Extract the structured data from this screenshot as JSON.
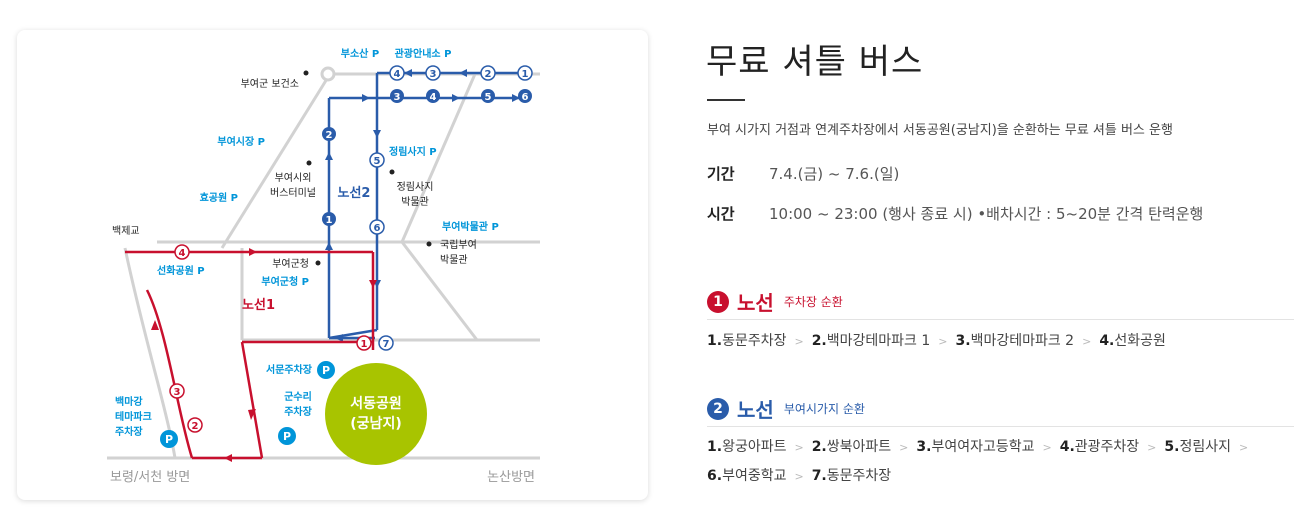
{
  "map": {
    "labels": {
      "busosan": "부소산 P",
      "gwangwang": "관광안내소 P",
      "boganso": "부여군 보건소",
      "market": "부여시장 P",
      "hyogong": "효공원 P",
      "terminal_l1": "부여시외",
      "terminal_l2": "버스터미널",
      "route2": "노선2",
      "jeongnim_p": "정림사지 P",
      "jeongnim_l1": "정림사지",
      "jeongnim_l2": "박물관",
      "museum_p": "부여박물관 P",
      "museum_l1": "국립부여",
      "museum_l2": "박물관",
      "baekje": "백제교",
      "seonhwa": "선화공원 P",
      "county": "부여군청",
      "county_p": "부여군청 P",
      "route1": "노선1",
      "seomun": "서문주차장",
      "park_l1": "서동공원",
      "park_l2": "(궁남지)",
      "gunsu_l1": "군수리",
      "gunsu_l2": "주차장",
      "baekma_l1": "백마강",
      "baekma_l2": "테마파크",
      "baekma_l3": "주차장",
      "boryeong": "보령/서천 방면",
      "nonsan": "논산방면",
      "parking": "P"
    },
    "nums": {
      "n1": "1",
      "n2": "2",
      "n3": "3",
      "n4": "4",
      "n5": "5",
      "n6": "6",
      "n7": "7"
    }
  },
  "title": "무료 셔틀 버스",
  "description": "부여 시가지 거점과 연계주차장에서 서동공원(궁남지)을 순환하는 무료 셔틀 버스 운행",
  "period": {
    "label": "기간",
    "value": "7.4.(금) ~ 7.6.(일)"
  },
  "time": {
    "label": "시간",
    "value": "10:00 ~ 23:00 (행사 종료 시) •배차시간 : 5~20분 간격 탄력운행"
  },
  "route1": {
    "num": "1",
    "name": "노선",
    "sub": "주차장 순환",
    "stops": [
      {
        "n": "1.",
        "name": "동문주차장"
      },
      {
        "n": "2.",
        "name": "백마강테마파크 1"
      },
      {
        "n": "3.",
        "name": "백마강테마파크 2"
      },
      {
        "n": "4.",
        "name": "선화공원"
      }
    ]
  },
  "route2": {
    "num": "2",
    "name": "노선",
    "sub": "부여시가지 순환",
    "stops": [
      {
        "n": "1.",
        "name": "왕궁아파트"
      },
      {
        "n": "2.",
        "name": "쌍북아파트"
      },
      {
        "n": "3.",
        "name": "부여여자고등학교"
      },
      {
        "n": "4.",
        "name": "관광주차장"
      },
      {
        "n": "5.",
        "name": "정림사지"
      },
      {
        "n": "6.",
        "name": "부여중학교"
      },
      {
        "n": "7.",
        "name": "동문주차장"
      }
    ]
  },
  "colors": {
    "route1": "#c8102e",
    "route2": "#2a5caa",
    "cyan": "#0095d9",
    "park": "#a8c400",
    "road": "#d2d2d2"
  }
}
